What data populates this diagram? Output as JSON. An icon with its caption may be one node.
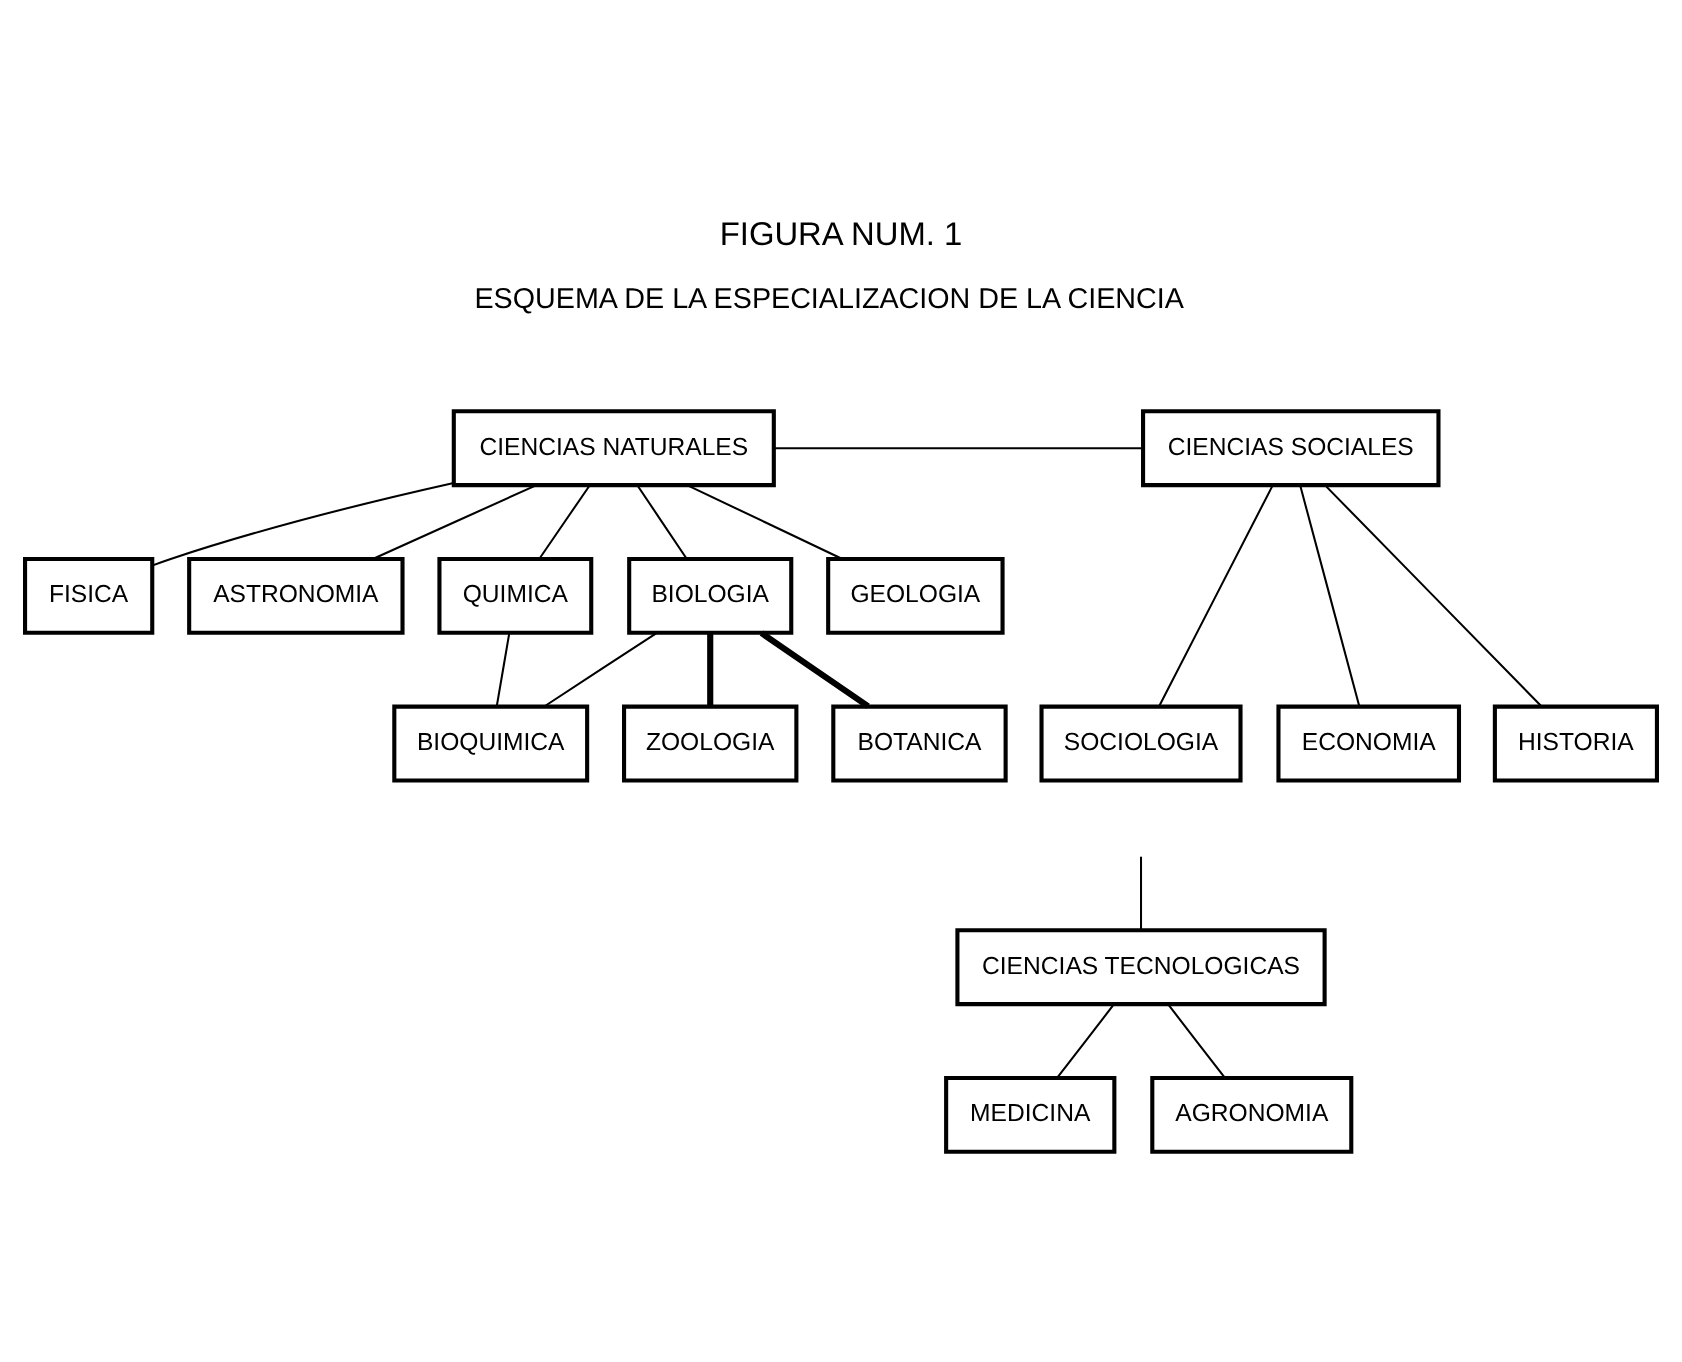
{
  "diagram": {
    "title": "FIGURA NUM. 1",
    "nodes": [
      {
        "text": [
          "CIENCIAS NATURALES"
        ]
      },
      {
        "text": [
          "CIENCIAS SOCIALES"
        ]
      },
      {
        "text": [
          "FISICA"
        ]
      },
      {
        "text": [
          "ASTRONOMIA"
        ]
      },
      {
        "text": [
          "QUIMICA"
        ]
      },
      {
        "text": [
          "BIOLOGIA"
        ]
      },
      {
        "text": [
          "GEOLOGIA"
        ]
      },
      {
        "text": [
          "BIOQUIMICA"
        ]
      },
      {
        "text": [
          "SOCIOLOGIA"
        ]
      },
      {
        "text": [
          "ECONOMIA"
        ]
      },
      {
        "text": [
          "HISTORIA"
        ]
      },
      {
        "text": [
          "ZOOLOGIA"
        ]
      },
      {
        "text": [
          "BOTANICA"
        ]
      },
      {
        "text": [
          "CIENCIAS TECNOLOGICAS"
        ]
      },
      {
        "text": [
          "MEDICINA"
        ]
      },
      {
        "text": [
          "AGRONOMIA"
        ]
      }
    ],
    "edges": [
      {
        "from": 0,
        "to": 1,
        "arrow": "none"
      },
      {
        "from": 0,
        "to": 2,
        "arrow": "none"
      },
      {
        "from": 0,
        "to": 3,
        "arrow": "none"
      },
      {
        "from": 0,
        "to": 4,
        "arrow": "none"
      },
      {
        "from": 0,
        "to": 5,
        "arrow": "none"
      },
      {
        "from": 0,
        "to": 6,
        "arrow": "none"
      },
      {
        "from": 4,
        "to": 7,
        "arrow": "none"
      },
      {
        "from": 5,
        "to": 7,
        "arrow": "none"
      },
      {
        "from": 1,
        "to": 8,
        "arrow": "none"
      },
      {
        "from": 1,
        "to": 9,
        "arrow": "none"
      },
      {
        "from": 1,
        "to": 10,
        "arrow": "none"
      },
      {
        "from": 5,
        "to": 11,
        "arrow": "none",
        "style": "thick"
      },
      {
        "from": 5,
        "to": 12,
        "arrow": "none",
        "style": "thick"
      },
      {
        "from": null,
        "to": 13,
        "arrow": "none"
      },
      {
        "from": 13,
        "to": 14,
        "arrow": "none"
      },
      {
        "from": 13,
        "to": 15,
        "arrow": "none"
      }
    ],
    "labels": [
      "ESQUEMA DE LA ESPECIALIZACION DE LA CIENCIA"
    ]
  }
}
